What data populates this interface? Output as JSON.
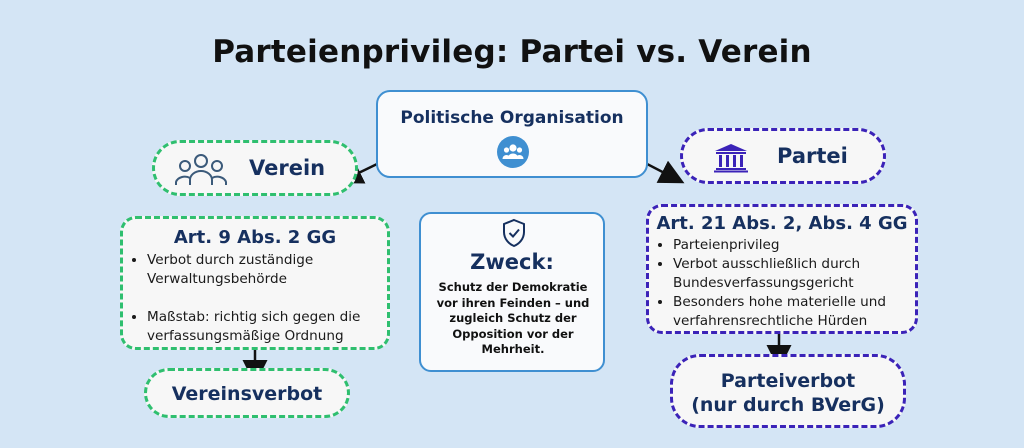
{
  "title": "Parteienprivileg: Partei vs. Verein",
  "top_node": {
    "label": "Politische Organisation",
    "icon": "group-icon"
  },
  "verein": {
    "label": "Verein",
    "icon": "people-icon",
    "detail_title": "Art. 9 Abs. 2 GG",
    "detail_items": [
      "Verbot durch zuständige Verwaltungsbehörde",
      "Maßstab: richtig sich gegen die verfassungsmäßige Ordnung"
    ],
    "result": "Vereinsverbot"
  },
  "partei": {
    "label": "Partei",
    "icon": "courthouse-icon",
    "detail_title": "Art. 21 Abs. 2, Abs. 4 GG",
    "detail_items": [
      "Parteienprivileg",
      "Verbot ausschließlich durch Bundesverfassungsgericht",
      "Besonders hohe materielle und verfahrensrechtliche Hürden"
    ],
    "result_line1": "Parteiverbot",
    "result_line2": "(nur durch BVerG)"
  },
  "zweck": {
    "icon": "shield-check-icon",
    "title": "Zweck:",
    "text": "Schutz der Demokratie vor ihren Feinden – und zugleich Schutz der Opposition vor der Mehrheit."
  },
  "colors": {
    "background": "#d4e5f5",
    "green": "#2fbf6f",
    "purple": "#3b23b8",
    "blue": "#3f8fd1",
    "navy": "#16305f"
  }
}
